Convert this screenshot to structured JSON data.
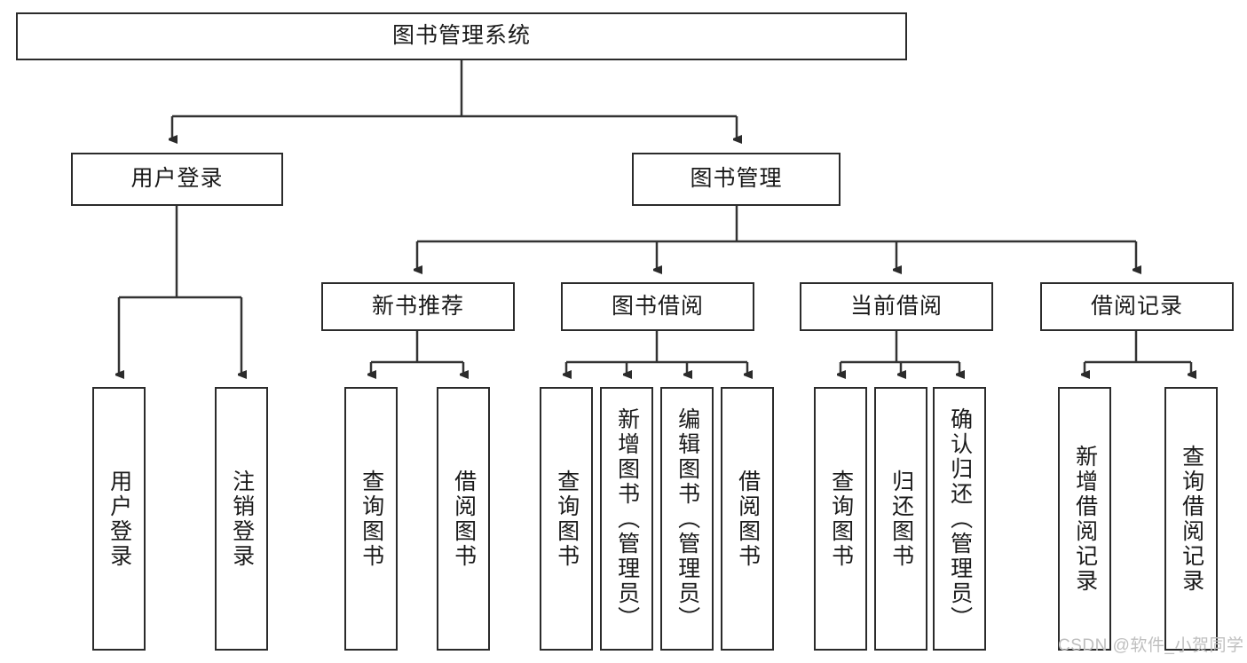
{
  "diagram": {
    "title": "图书管理系统",
    "type": "tree-hierarchy",
    "root": {
      "label": "图书管理系统"
    },
    "level2": [
      {
        "label": "用户登录"
      },
      {
        "label": "图书管理"
      }
    ],
    "level3": [
      {
        "label": "新书推荐"
      },
      {
        "label": "图书借阅"
      },
      {
        "label": "当前借阅"
      },
      {
        "label": "借阅记录"
      }
    ],
    "leaves": {
      "user_login": [
        {
          "label": "用户登录"
        },
        {
          "label": "注销登录"
        }
      ],
      "new_book_recommend": [
        {
          "label": "查询图书"
        },
        {
          "label": "借阅图书"
        }
      ],
      "book_borrow": [
        {
          "label": "查询图书"
        },
        {
          "label": "新增图书（管理员）"
        },
        {
          "label": "编辑图书（管理员）"
        },
        {
          "label": "借阅图书"
        }
      ],
      "current_borrow": [
        {
          "label": "查询图书"
        },
        {
          "label": "归还图书"
        },
        {
          "label": "确认归还（管理员）"
        }
      ],
      "borrow_record": [
        {
          "label": "新增借阅记录"
        },
        {
          "label": "查询借阅记录"
        }
      ]
    }
  },
  "watermark": {
    "text": "CSDN @软件_小贺同学"
  },
  "colors": {
    "box_border": "#2b2b2b",
    "line": "#333333",
    "text": "#1a1a1a",
    "background": "#ffffff",
    "watermark": "#bfbfbf"
  }
}
